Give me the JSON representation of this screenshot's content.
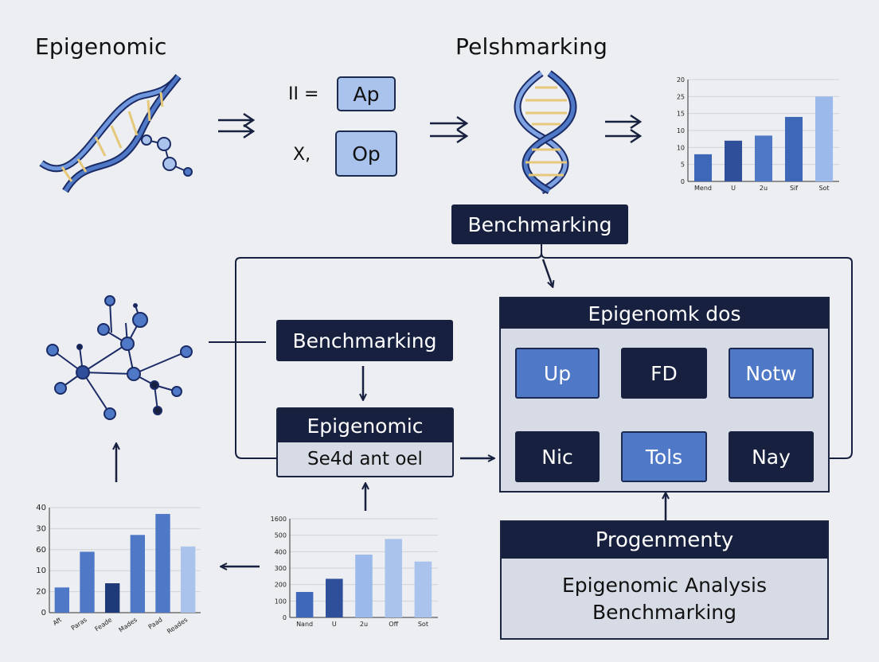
{
  "headers": {
    "left": "Epigenomic",
    "center": "Pelshmarking"
  },
  "inputs": {
    "row1": {
      "symbol": "II =",
      "label": "Ap"
    },
    "row2": {
      "symbol": "X,",
      "label": "Op"
    }
  },
  "boxes": {
    "top_benchmark": "Benchmarking",
    "mid_benchmark": "Benchmarking",
    "epigenomic_box": {
      "title": "Epigenomic",
      "subtitle": "Se4d ant oel"
    }
  },
  "module": {
    "title": "Epigenomk dos",
    "row1": [
      "Up",
      "FD",
      "Notw"
    ],
    "row2": [
      "Nic",
      "Tols",
      "Nay"
    ]
  },
  "summary": {
    "title": "Progenmenty",
    "line1": "Epigenomic Analysis",
    "line2": "Benchmarking"
  },
  "colors": {
    "navy": "#17213f",
    "blue": "#4f79c7",
    "light_blue": "#a9c3ec",
    "background": "#eceef1"
  },
  "icons": [
    "dna-helix-icon",
    "molecule-icon",
    "network-graph-icon",
    "double-arrow-icon"
  ],
  "chart_data": [
    {
      "type": "bar",
      "id": "top-right",
      "categories": [
        "Mend",
        "U",
        "2u",
        "Sif",
        "Sot"
      ],
      "values": [
        8,
        12,
        13.5,
        19,
        25
      ],
      "ytick_labels": [
        "0",
        "5",
        "10",
        "10",
        "15",
        "25",
        "20"
      ],
      "ylim": [
        0,
        30
      ],
      "grid": true,
      "colors": [
        "#3f67b8",
        "#2f4f9a",
        "#4f79c7",
        "#3f67b8",
        "#9cb9ec"
      ]
    },
    {
      "type": "bar",
      "id": "bottom-left",
      "categories": [
        "Aft",
        "Paras",
        "Feade",
        "Mades",
        "Paad",
        "Reades"
      ],
      "values": [
        24,
        58,
        28,
        74,
        94,
        63
      ],
      "ytick_labels": [
        "0",
        "20",
        "10",
        "60",
        "30",
        "40"
      ],
      "ylim": [
        0,
        100
      ],
      "grid": true,
      "colors": [
        "#4f79c7",
        "#4f79c7",
        "#1f3a78",
        "#4f79c7",
        "#4f79c7",
        "#a9c3ec"
      ]
    },
    {
      "type": "bar",
      "id": "bottom-center",
      "categories": [
        "Nand",
        "U",
        "2u",
        "Off",
        "Sot"
      ],
      "values": [
        155,
        235,
        382,
        477,
        340
      ],
      "ytick_labels": [
        "0",
        "100",
        "200",
        "300",
        "400",
        "500",
        "1600"
      ],
      "ylim": [
        0,
        600
      ],
      "grid": true,
      "colors": [
        "#3f67b8",
        "#2f4f9a",
        "#9cb9ec",
        "#a9c3ec",
        "#a9c3ec"
      ]
    }
  ]
}
